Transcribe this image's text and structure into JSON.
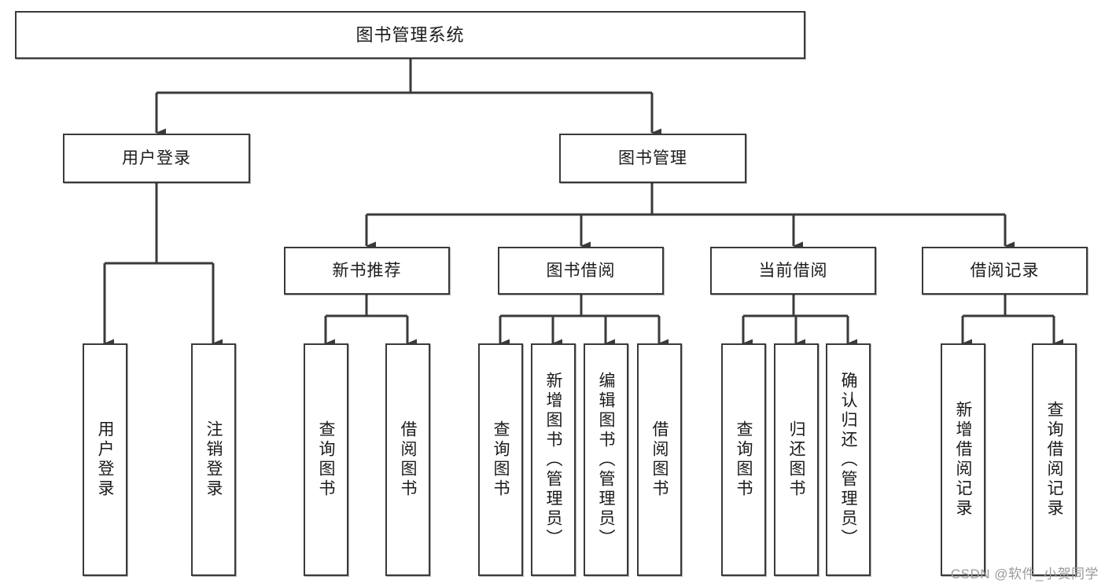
{
  "diagram": {
    "type": "tree-hierarchy-chart",
    "title": "图书管理系统",
    "watermark": "CSDN @软件_小贺同学",
    "colors": {
      "box_border": "#3a3a3a",
      "box_fill": "#ffffff",
      "connector": "#3a3a3a",
      "text": "#1b1b1b",
      "watermark": "#9a9a9a"
    },
    "nodes": {
      "root": {
        "label": "图书管理系统",
        "level": 0,
        "orientation": "horizontal"
      },
      "level1": [
        {
          "id": "user-login",
          "label": "用户登录",
          "orientation": "horizontal"
        },
        {
          "id": "book-management",
          "label": "图书管理",
          "orientation": "horizontal"
        }
      ],
      "level2": [
        {
          "id": "new-book-recommend",
          "label": "新书推荐",
          "parent": "book-management",
          "orientation": "horizontal"
        },
        {
          "id": "book-borrow",
          "label": "图书借阅",
          "parent": "book-management",
          "orientation": "horizontal"
        },
        {
          "id": "current-borrow",
          "label": "当前借阅",
          "parent": "book-management",
          "orientation": "horizontal"
        },
        {
          "id": "borrow-record",
          "label": "借阅记录",
          "parent": "book-management",
          "orientation": "horizontal"
        }
      ],
      "leaves": [
        {
          "id": "leaf-user-login",
          "label": "用户登录",
          "parent": "user-login",
          "orientation": "vertical"
        },
        {
          "id": "leaf-user-logout",
          "label": "注销登录",
          "parent": "user-login",
          "orientation": "vertical"
        },
        {
          "id": "leaf-query-book-recommend",
          "label": "查询图书",
          "parent": "new-book-recommend",
          "orientation": "vertical"
        },
        {
          "id": "leaf-borrow-book-recommend",
          "label": "借阅图书",
          "parent": "new-book-recommend",
          "orientation": "vertical"
        },
        {
          "id": "leaf-query-book-borrow",
          "label": "查询图书",
          "parent": "book-borrow",
          "orientation": "vertical"
        },
        {
          "id": "leaf-add-book",
          "label": "新增图书（管理员）",
          "parent": "book-borrow",
          "orientation": "vertical"
        },
        {
          "id": "leaf-edit-book",
          "label": "编辑图书（管理员）",
          "parent": "book-borrow",
          "orientation": "vertical"
        },
        {
          "id": "leaf-borrow-book",
          "label": "借阅图书",
          "parent": "book-borrow",
          "orientation": "vertical"
        },
        {
          "id": "leaf-query-book-current",
          "label": "查询图书",
          "parent": "current-borrow",
          "orientation": "vertical"
        },
        {
          "id": "leaf-return-book",
          "label": "归还图书",
          "parent": "current-borrow",
          "orientation": "vertical"
        },
        {
          "id": "leaf-confirm-return",
          "label": "确认归还（管理员）",
          "parent": "current-borrow",
          "orientation": "vertical"
        },
        {
          "id": "leaf-add-borrow-record",
          "label": "新增借阅记录",
          "parent": "borrow-record",
          "orientation": "vertical"
        },
        {
          "id": "leaf-query-borrow-record",
          "label": "查询借阅记录",
          "parent": "borrow-record",
          "orientation": "vertical"
        }
      ]
    }
  }
}
